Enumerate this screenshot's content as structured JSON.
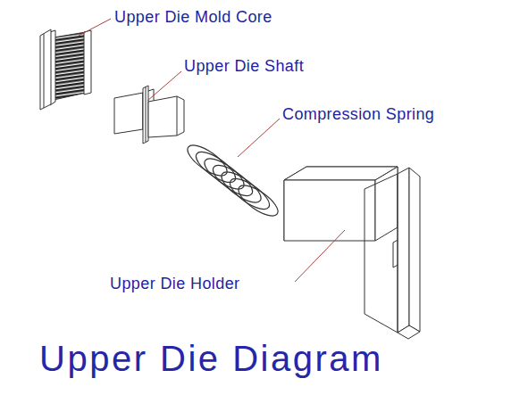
{
  "diagram": {
    "title": "Upper Die Diagram",
    "labels": [
      "Upper Die Mold Core",
      "Upper Die Shaft",
      "Compression Spring",
      "Upper Die Holder"
    ]
  }
}
